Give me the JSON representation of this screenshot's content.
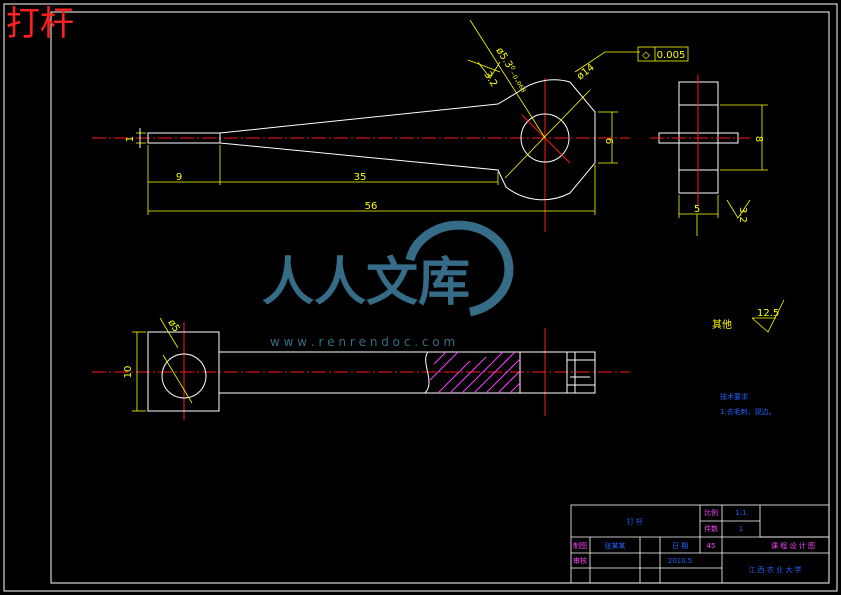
{
  "title": "打杆",
  "dims": {
    "d_hole": "ø5.3⁰₋₀.₀₆₈",
    "d_outer": "ø14",
    "len_9": "9",
    "len_35": "35",
    "len_56": "56",
    "height_6": "6",
    "side_8": "8",
    "side_5": "5",
    "bottom_10": "10",
    "bottom_d5": "ø5",
    "tol_left": "1",
    "finish_1": "3.2",
    "finish_2": "3.2"
  },
  "tolerance_box": {
    "symbol": "◇",
    "value": "0.005"
  },
  "surface": {
    "label": "其他",
    "value": "12.5"
  },
  "notes": {
    "heading": "技术要求",
    "line1": "1.去毛刺，锐边。"
  },
  "title_block": {
    "part_name": "打 杆",
    "material_label": "比例",
    "material_value": "1:1",
    "qty_label": "件数",
    "qty_value": "1",
    "draw_label": "制图",
    "drawer": "张某某",
    "date_label": "日 期",
    "date": "2010.5",
    "check_label": "审核",
    "mat_code": "45",
    "school": "江 西 农 业 大 学",
    "drawing_no": "课 程 设 计 图"
  },
  "watermark": {
    "text": "人人文库",
    "url": "w w w . r e n r e n d o c . c o m"
  }
}
